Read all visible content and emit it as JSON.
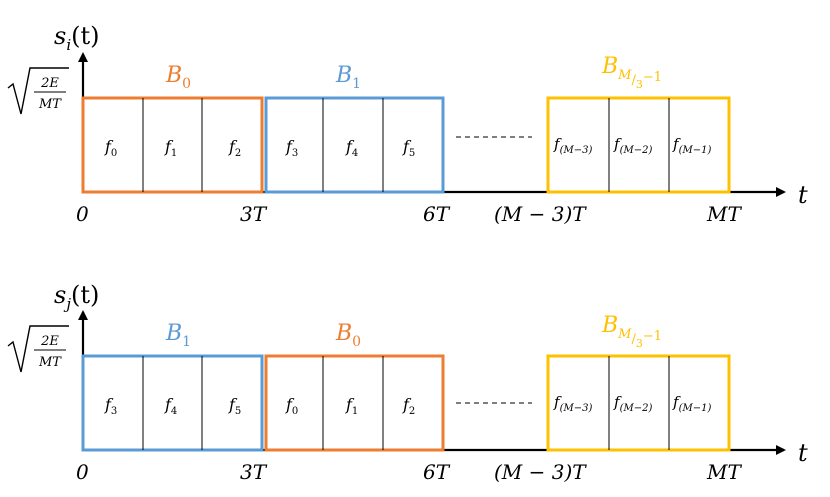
{
  "colors": {
    "block_B0": "#ED7D31",
    "block_B1": "#5B9BD5",
    "block_last": "#FFC000",
    "axis": "#000000"
  },
  "axis_label": "t",
  "amplitude": {
    "numerator": "2E",
    "denominator": "MT"
  },
  "block_last_label": {
    "base": "B",
    "sub_main": "M",
    "sub_slash": "/",
    "sub_den": "3",
    "sub_tail": "−1"
  },
  "ticks": [
    "0",
    "3T",
    "6T",
    "(M − 3)T",
    "MT"
  ],
  "dashes": "-----------",
  "panels": [
    {
      "ylabel_base": "s",
      "ylabel_sub": "i",
      "ylabel_tail": "(t)",
      "blocks": [
        {
          "label": "B",
          "sub": "0",
          "cells": [
            {
              "base": "f",
              "sub": "0"
            },
            {
              "base": "f",
              "sub": "1"
            },
            {
              "base": "f",
              "sub": "2"
            }
          ]
        },
        {
          "label": "B",
          "sub": "1",
          "cells": [
            {
              "base": "f",
              "sub": "3"
            },
            {
              "base": "f",
              "sub": "4"
            },
            {
              "base": "f",
              "sub": "5"
            }
          ]
        }
      ],
      "last_cells": [
        {
          "base": "f",
          "sub": "(M−3)"
        },
        {
          "base": "f",
          "sub": "(M−2)"
        },
        {
          "base": "f",
          "sub": "(M−1)"
        }
      ]
    },
    {
      "ylabel_base": "s",
      "ylabel_sub": "j",
      "ylabel_tail": "(t)",
      "blocks": [
        {
          "label": "B",
          "sub": "1",
          "cells": [
            {
              "base": "f",
              "sub": "3"
            },
            {
              "base": "f",
              "sub": "4"
            },
            {
              "base": "f",
              "sub": "5"
            }
          ]
        },
        {
          "label": "B",
          "sub": "0",
          "cells": [
            {
              "base": "f",
              "sub": "0"
            },
            {
              "base": "f",
              "sub": "1"
            },
            {
              "base": "f",
              "sub": "2"
            }
          ]
        }
      ],
      "last_cells": [
        {
          "base": "f",
          "sub": "(M−3)"
        },
        {
          "base": "f",
          "sub": "(M−2)"
        },
        {
          "base": "f",
          "sub": "(M−1)"
        }
      ]
    }
  ]
}
